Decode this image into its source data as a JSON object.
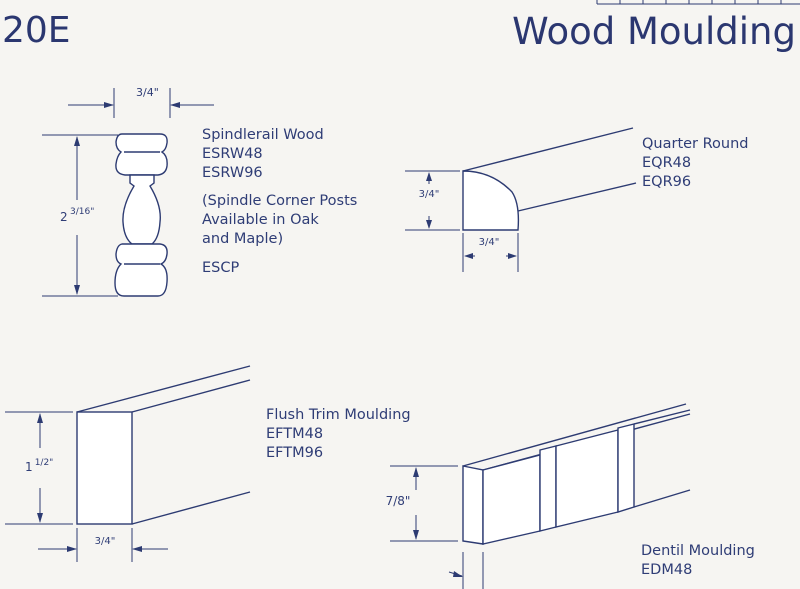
{
  "header": {
    "page_number": "20E",
    "title": "Wood Moulding"
  },
  "products": {
    "spindlerail": {
      "name": "Spindlerail Wood",
      "codes": [
        "ESRW48",
        "ESRW96"
      ],
      "note_lines": [
        "(Spindle Corner Posts",
        "Available in Oak",
        "and Maple)"
      ],
      "corner_post_code": "ESCP",
      "dim_width": "3/4\"",
      "dim_height_whole": "2",
      "dim_height_frac": "3/16\""
    },
    "quarter_round": {
      "name": "Quarter Round",
      "codes": [
        "EQR48",
        "EQR96"
      ],
      "dim_height": "3/4\"",
      "dim_width": "3/4\""
    },
    "flush_trim": {
      "name": "Flush Trim Moulding",
      "codes": [
        "EFTM48",
        "EFTM96"
      ],
      "dim_height_whole": "1",
      "dim_height_frac": "1/2\"",
      "dim_width": "3/4\""
    },
    "dentil": {
      "name": "Dentil Moulding",
      "codes": [
        "EDM48"
      ],
      "dim_height": "7/8\""
    }
  }
}
